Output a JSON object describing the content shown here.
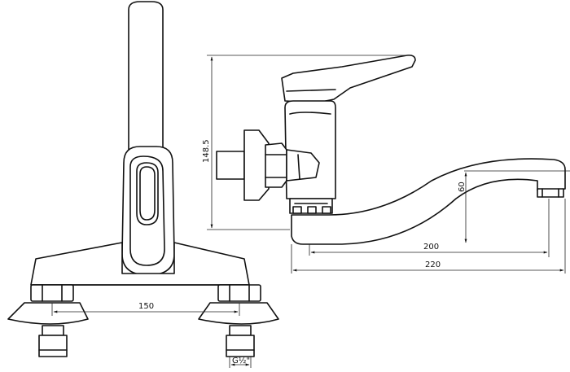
{
  "dimensions": {
    "height": "148.5",
    "spout_rise": "60",
    "spout_reach": "200",
    "overall_length": "220",
    "inlet_spacing": "150",
    "thread": "G½\""
  }
}
